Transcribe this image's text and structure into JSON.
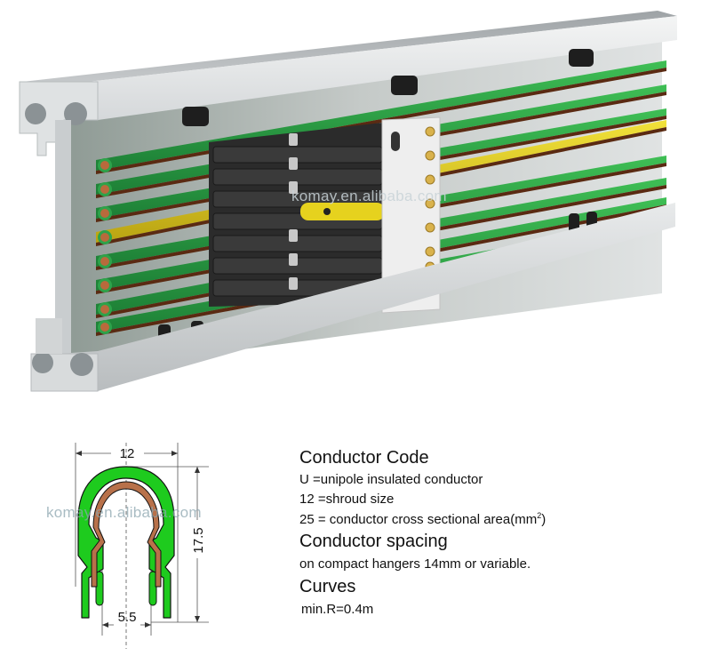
{
  "product_image": {
    "description": "3D render of aluminium housing with insulated conductor rails, hangers and collector trolley",
    "watermark": "komay.en.alibaba.com",
    "colors": {
      "aluminium": "#d9dcde",
      "shroud_green": "#2fa24a",
      "earth_yellow": "#e8d21a",
      "copper": "#7a3a1c",
      "collector_black": "#2b2b2b",
      "brass_nut": "#d9b24c"
    },
    "conductor_count": 8
  },
  "profile_drawing": {
    "watermark": "komay.en.alibaba.com",
    "dimensions": {
      "width": "12",
      "height": "17.5",
      "opening": "5.5"
    },
    "colors": {
      "shroud": "#1ecb1e",
      "copper": "#b8714a",
      "outline": "#111111"
    }
  },
  "specs": {
    "conductor_code": {
      "heading": "Conductor Code",
      "lines": [
        "U =unipole insulated conductor",
        "12 =shroud size",
        "25 = conductor cross sectional area(mm"
      ],
      "superscript": "2",
      "closing": ")"
    },
    "conductor_spacing": {
      "heading": "Conductor spacing",
      "text": "on compact hangers 14mm or variable."
    },
    "curves": {
      "heading": "Curves",
      "text": "min.R=0.4m"
    }
  }
}
